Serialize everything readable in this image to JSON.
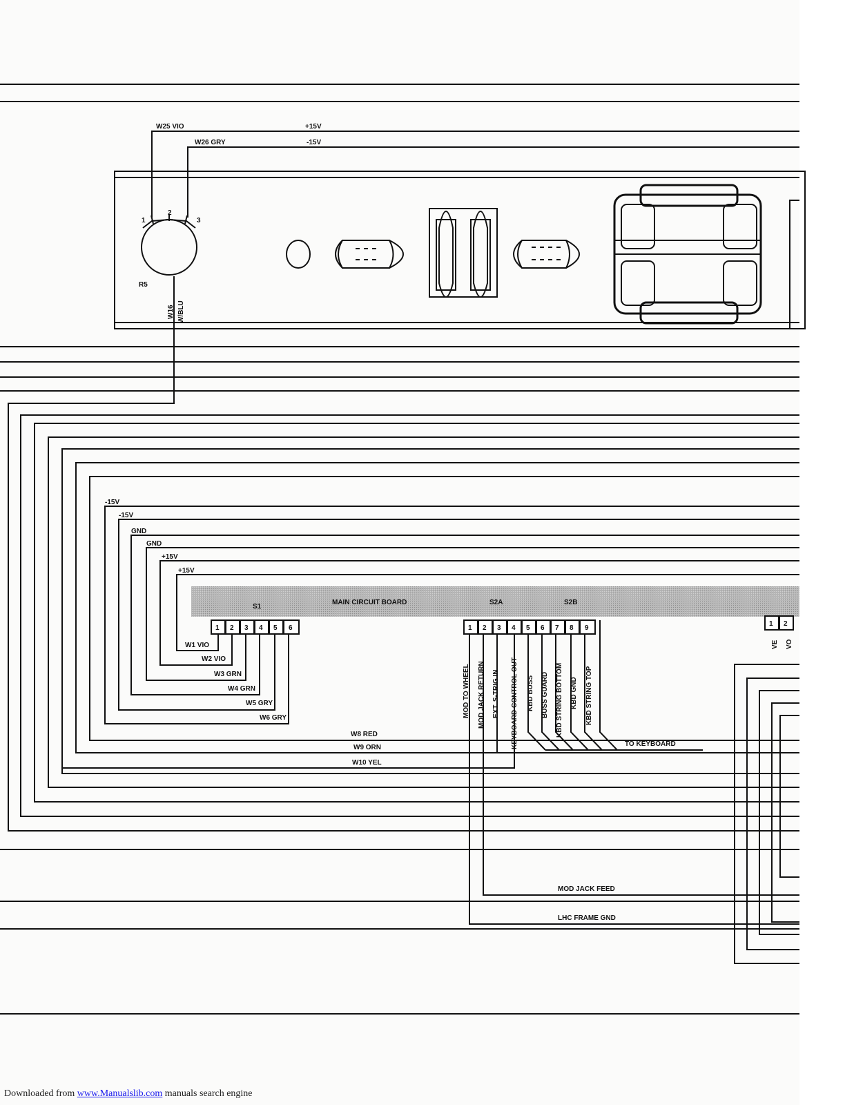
{
  "pot": {
    "ref": "R5",
    "pins": [
      "1",
      "2",
      "3"
    ]
  },
  "top_wires": {
    "w25": "W25 VIO",
    "w26": "W26 GRY",
    "plus15": "+15V",
    "minus15": "-15V",
    "w16": "W16",
    "wblu": "W/BLU"
  },
  "supply_labels": [
    "-15V",
    "-15V",
    "GND",
    "GND",
    "+15V",
    "+15V"
  ],
  "board": {
    "title": "MAIN CIRCUIT BOARD",
    "s1": "S1",
    "s2a": "S2A",
    "s2b": "S2B",
    "s1_pins": [
      "1",
      "2",
      "3",
      "4",
      "5",
      "6"
    ],
    "s2_pins": [
      "1",
      "2",
      "3",
      "4",
      "5",
      "6",
      "7",
      "8",
      "9"
    ],
    "right_pins": [
      "1",
      "2"
    ],
    "right_partial": [
      "VE",
      "VO"
    ]
  },
  "s1_wires": [
    "W1 VIO",
    "W2 VIO",
    "W3 GRN",
    "W4 GRN",
    "W5 GRY",
    "W6 GRY"
  ],
  "lower_wires": [
    "W8  RED",
    "W9 ORN",
    "W10 YEL"
  ],
  "s2_signals": [
    "MOD TO WHEEL",
    "MOD JACK RETURN",
    "EXT. S-TRIG IN",
    "KEYBOARD CONTROL OUT",
    "KBD BUSS",
    "BUSS GUARD",
    "KBD STRING BOTTOM",
    "KBD GND",
    "KBD STRING TOP"
  ],
  "to_keyboard": "TO KEYBOARD",
  "mod_jack_feed": "MOD JACK FEED",
  "lhc_frame_gnd": "LHC FRAME GND",
  "footer": {
    "prefix": "Downloaded from ",
    "link": "www.Manualslib.com",
    "suffix": " manuals search engine"
  }
}
